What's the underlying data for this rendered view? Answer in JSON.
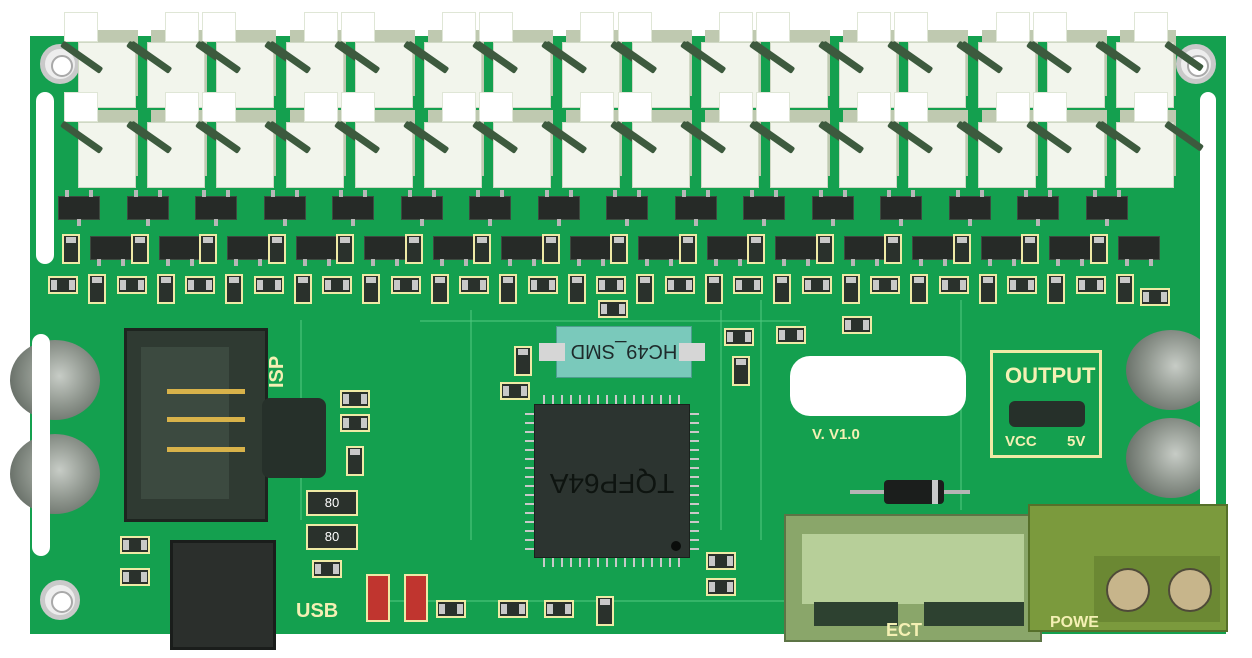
{
  "labels": {
    "isp": "ISP",
    "crystal": "HC49_SMD",
    "mcu": "TQFP64A",
    "output": "OUTPUT",
    "vcc": "VCC",
    "v5": "5V",
    "rev": "V. V1.0",
    "usb": "USB",
    "connector": "ECT",
    "power": "POWE"
  },
  "resistors": {
    "r1": "80",
    "r2": "80"
  },
  "colors": {
    "pcb": "#14a04f",
    "silkscreen": "#f4f0b4",
    "trace": "#4fc77d",
    "button_front": "#f2f5ec",
    "button_back": "#bfc9b0",
    "chip": "#262a27",
    "terminal_block": "#7b9a3d",
    "connector_body": "#8aa66a"
  },
  "icons": {
    "mounting_hole": "mounting-hole-icon",
    "capacitor": "electrolytic-capacitor-icon",
    "diode": "diode-icon",
    "screw": "screw-terminal-icon"
  }
}
